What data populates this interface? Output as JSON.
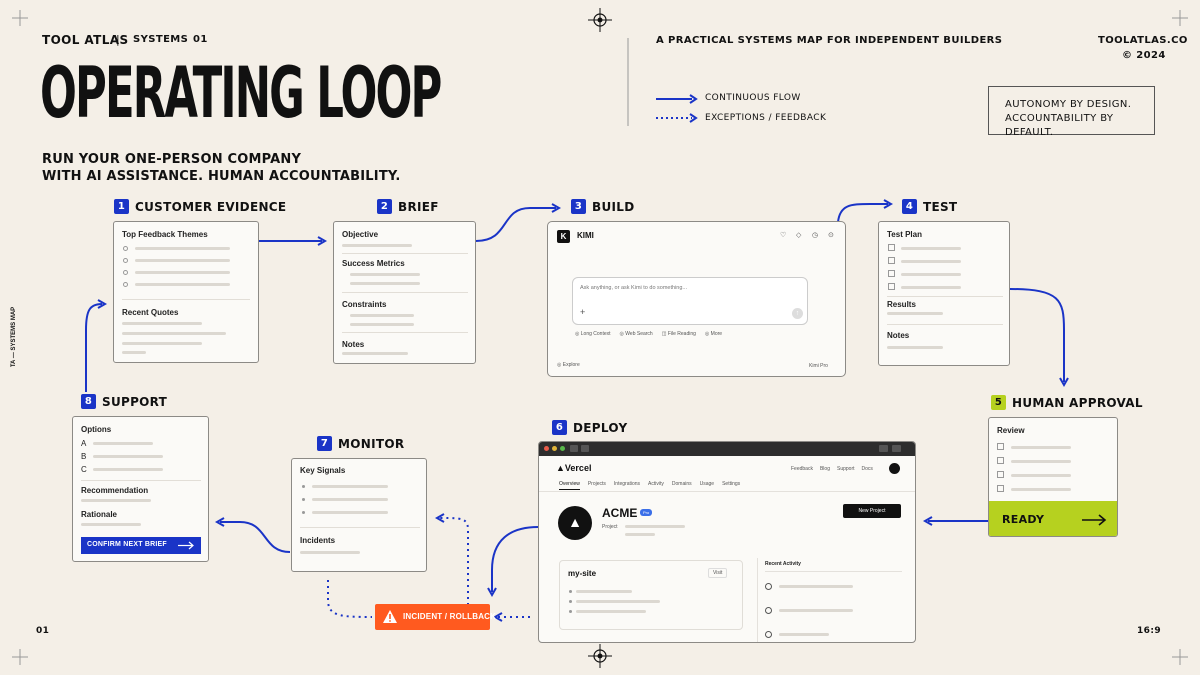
{
  "header": {
    "brand": "TOOL ATLAS",
    "divider": "|",
    "section": "SYSTEMS",
    "number": "01",
    "tagline": "A PRACTICAL SYSTEMS MAP FOR INDEPENDENT BUILDERS",
    "site": "TOOLATLAS.CO",
    "copyright": "© 2024"
  },
  "title": "OPERATING LOOP",
  "subtitle_line1": "RUN YOUR ONE-PERSON COMPANY",
  "subtitle_line2": "WITH AI ASSISTANCE. HUMAN ACCOUNTABILITY.",
  "legend": {
    "continuous": "CONTINUOUS FLOW",
    "exceptions": "EXCEPTIONS / FEEDBACK"
  },
  "motto": {
    "line1": "AUTONOMY BY DESIGN.",
    "line2": "ACCOUNTABILITY BY DEFAULT."
  },
  "side_label": "TA — SYSTEMS MAP",
  "footer": {
    "left": "01",
    "right": "16:9"
  },
  "colors": {
    "accent": "#1a34c7",
    "green": "#b6d11f",
    "incident": "#ff5a1f",
    "background": "#f4efe7"
  },
  "steps": [
    {
      "num": "1",
      "label": "CUSTOMER EVIDENCE"
    },
    {
      "num": "2",
      "label": "BRIEF"
    },
    {
      "num": "3",
      "label": "BUILD"
    },
    {
      "num": "4",
      "label": "TEST"
    },
    {
      "num": "5",
      "label": "HUMAN APPROVAL"
    },
    {
      "num": "6",
      "label": "DEPLOY"
    },
    {
      "num": "7",
      "label": "MONITOR"
    },
    {
      "num": "8",
      "label": "SUPPORT"
    }
  ],
  "evidence": {
    "themes": "Top Feedback Themes",
    "quotes": "Recent Quotes"
  },
  "brief": {
    "objective": "Objective",
    "metrics": "Success Metrics",
    "constraints": "Constraints",
    "notes": "Notes"
  },
  "kimi": {
    "name": "KIMI",
    "placeholder": "Ask anything, or ask Kimi to do something...",
    "chips": [
      "Long Context",
      "Web Search",
      "File Reading",
      "More"
    ],
    "explore": "Explore",
    "plan": "Kimi Pro"
  },
  "test": {
    "plan": "Test Plan",
    "results": "Results",
    "notes": "Notes"
  },
  "approval": {
    "review": "Review",
    "ready": "READY"
  },
  "vercel": {
    "brand": "Vercel",
    "nav_right": [
      "Feedback",
      "Blog",
      "Support",
      "Docs"
    ],
    "tabs": [
      "Overview",
      "Projects",
      "Integrations",
      "Activity",
      "Domains",
      "Usage",
      "Settings"
    ],
    "project": "ACME",
    "project_badge": "Pro",
    "project_sub": "Project",
    "new_project": "New Project",
    "site": "my-site",
    "visit": "Visit",
    "activity": "Recent Activity"
  },
  "monitor": {
    "signals": "Key Signals",
    "incidents": "Incidents"
  },
  "support": {
    "options": "Options",
    "opts": [
      "A",
      "B",
      "C"
    ],
    "recommendation": "Recommendation",
    "rationale": "Rationale",
    "confirm": "CONFIRM NEXT BRIEF"
  },
  "incident": "INCIDENT / ROLLBACK"
}
